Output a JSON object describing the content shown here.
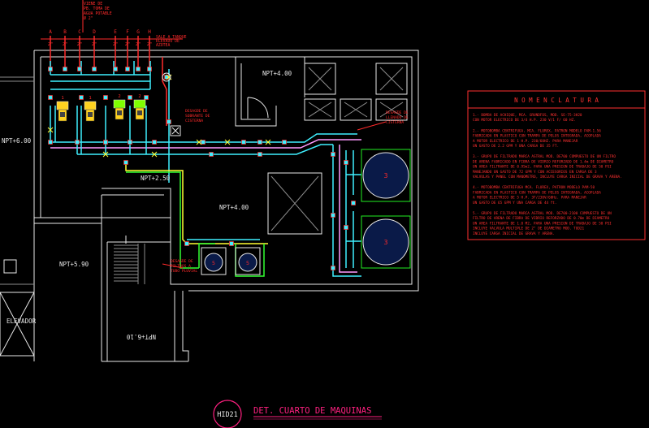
{
  "title": {
    "code": "HID21",
    "text": "DET. CUARTO DE MAQUINAS"
  },
  "levels": {
    "npt_400_top": "NPT+4.00",
    "npt_600": "NPT+6.00",
    "npt_250": "NPT+2.50",
    "npt_400_center": "NPT+4.00",
    "npt_590": "NPT+5.90",
    "npt_610_flipped": "NPT+6.10"
  },
  "rooms": {
    "elevator": "ELEVADOR"
  },
  "pipe_letters": [
    "A",
    "B",
    "C",
    "D",
    "E",
    "F",
    "G",
    "H"
  ],
  "pipe_codes": [
    "2\"",
    "2\"",
    "2\"",
    "2\"",
    "2\"",
    "2\"",
    "2\"",
    "2\""
  ],
  "pumps": {
    "labels": [
      "1",
      "1",
      "2",
      "2"
    ]
  },
  "filters": {
    "labels": [
      "5",
      "5"
    ]
  },
  "tanks": {
    "labels": [
      "3",
      "3"
    ]
  },
  "notes": {
    "top_header": [
      "VIENE DE",
      "PB. TOMA DE",
      "AGUA POTABLE",
      "Ø 2\"",
      "SALE A TANQUE",
      "ELEVADO DE",
      "AZOTEA"
    ],
    "left_drain": [
      "DESAGÜE DE",
      "SOBRANTE DE",
      "CISTERNA"
    ],
    "right_drain": [
      "DESAGÜE DE",
      "LLENADO DE",
      "CISTERNA"
    ],
    "bottom_drain": [
      "DESAGÜE DE",
      "FILTROS A",
      "TUBO PLUVIAL"
    ]
  },
  "nomenclature": {
    "heading": "N O M E N C L A T U R A",
    "items": [
      {
        "num": "1.-",
        "lines": [
          "BOMBA DE ACHIQUE, MCA. GRUNDFOS, MOD. SE-75-3H20",
          "CON MOTOR ELECTRICO DE 3/4 H.P. 230 V/1 F/ 60 HZ."
        ]
      },
      {
        "num": "2.-",
        "lines": [
          "MOTOBOMBA CENTRIFUGA, MCA. FLUREX, PATRON MODELO PAM-1.56",
          "FABRICADA EN PLASTICO CON TRAMPA DE PELOS INTEGRADA, ACOPLADA",
          "A MOTOR ELECTRICO DE 1 H.P. 230/60HZ. PARA MANEJAR",
          "UN GASTO DE 2.2 GPM Y UNA CARGA DE 35 FT."
        ]
      },
      {
        "num": "3.-",
        "lines": [
          "GRUPO DE FILTRADO MARCA ASTRAL MOD. DE700 COMPUESTO DE UN FILTRO",
          "DE ARENA FABRICADO EN FIBRA DE VIDRIO REFORZADO DE 1.4m DE DIAMETRO",
          "UN AREA FILTRANTE DE 0.95m2, PARA UNA PRESION DE TRABAJO DE 50 PSI",
          "MANEJANDO UN GASTO DE 72 GPM Y CON ACCESORIOS EN CARGA DE 3",
          "VALVULAS Y PANEL CON MANOMETRO, INCLUYE CARGA INICIAL DE GRAVA Y ARENA."
        ]
      },
      {
        "num": "4.-",
        "lines": [
          "MOTOBOMBA CENTRIFUGA MCA. FLUREX, PATRON MODELO PAM-50",
          "FABRICADA EN PLASTICO CON TRAMPA DE PELOS INTEGRADA, ACOPLADA",
          "A MOTOR ELECTRICO DE 5 H.P. 3F/230V/60Hz. PARA MANEJAR",
          "UN GASTO DE 65 GPM Y UNA CARGA DE 44 ft."
        ]
      },
      {
        "num": "5.-",
        "lines": [
          "GRUPO DE FILTRADO MARCA ASTRAL MOD. DE700-2100 COMPUESTO DE UN",
          "FILTRO DE ARENA DE FIBRA DE VIDRIO REFORZADO DE 0.70m DE DIAMETRO",
          "UN AREA FILTRANTE DE 1.0 M2, PARA UNA PRESION DE TRABAJO DE 50 PSI",
          "INCLUYE VALVULA MULTIPLE DE 2\" DE DIAMETRO MOD. TOD21",
          "INCLUYE CARGA INICIAL DE GRAVA Y ARENA."
        ]
      }
    ]
  },
  "colors": {
    "background": "#000000",
    "wall": "#e8e8e8",
    "wall_gray": "#8c8c8c",
    "red_annotation": "#ff2a2a",
    "cyan_pipe": "#3ff0ff",
    "yellow_pipe": "#ffff33",
    "green_pipe": "#33ff33",
    "magenta": "#ff33ff",
    "pump_yellow": "#ffd21f",
    "pump_green": "#7fff00",
    "tank_green": "#22ee22",
    "tank_fill": "#0a1a48",
    "nomenclature_red": "#ff3030",
    "title_magenta": "#ff2080"
  }
}
